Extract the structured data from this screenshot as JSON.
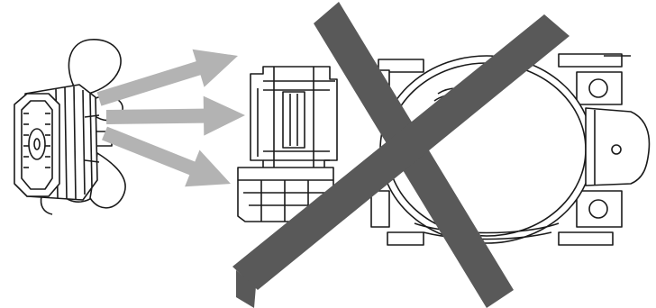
{
  "illustration": {
    "components": [
      "fan-motor",
      "airflow-arrows",
      "relay-starter",
      "compressor",
      "prohibition-cross"
    ],
    "airflow_arrow_count": 3
  },
  "colors": {
    "background": "#ffffff",
    "line_art": "#1a1a1a",
    "arrow": "#b3b3b3",
    "cross": "#595959"
  }
}
